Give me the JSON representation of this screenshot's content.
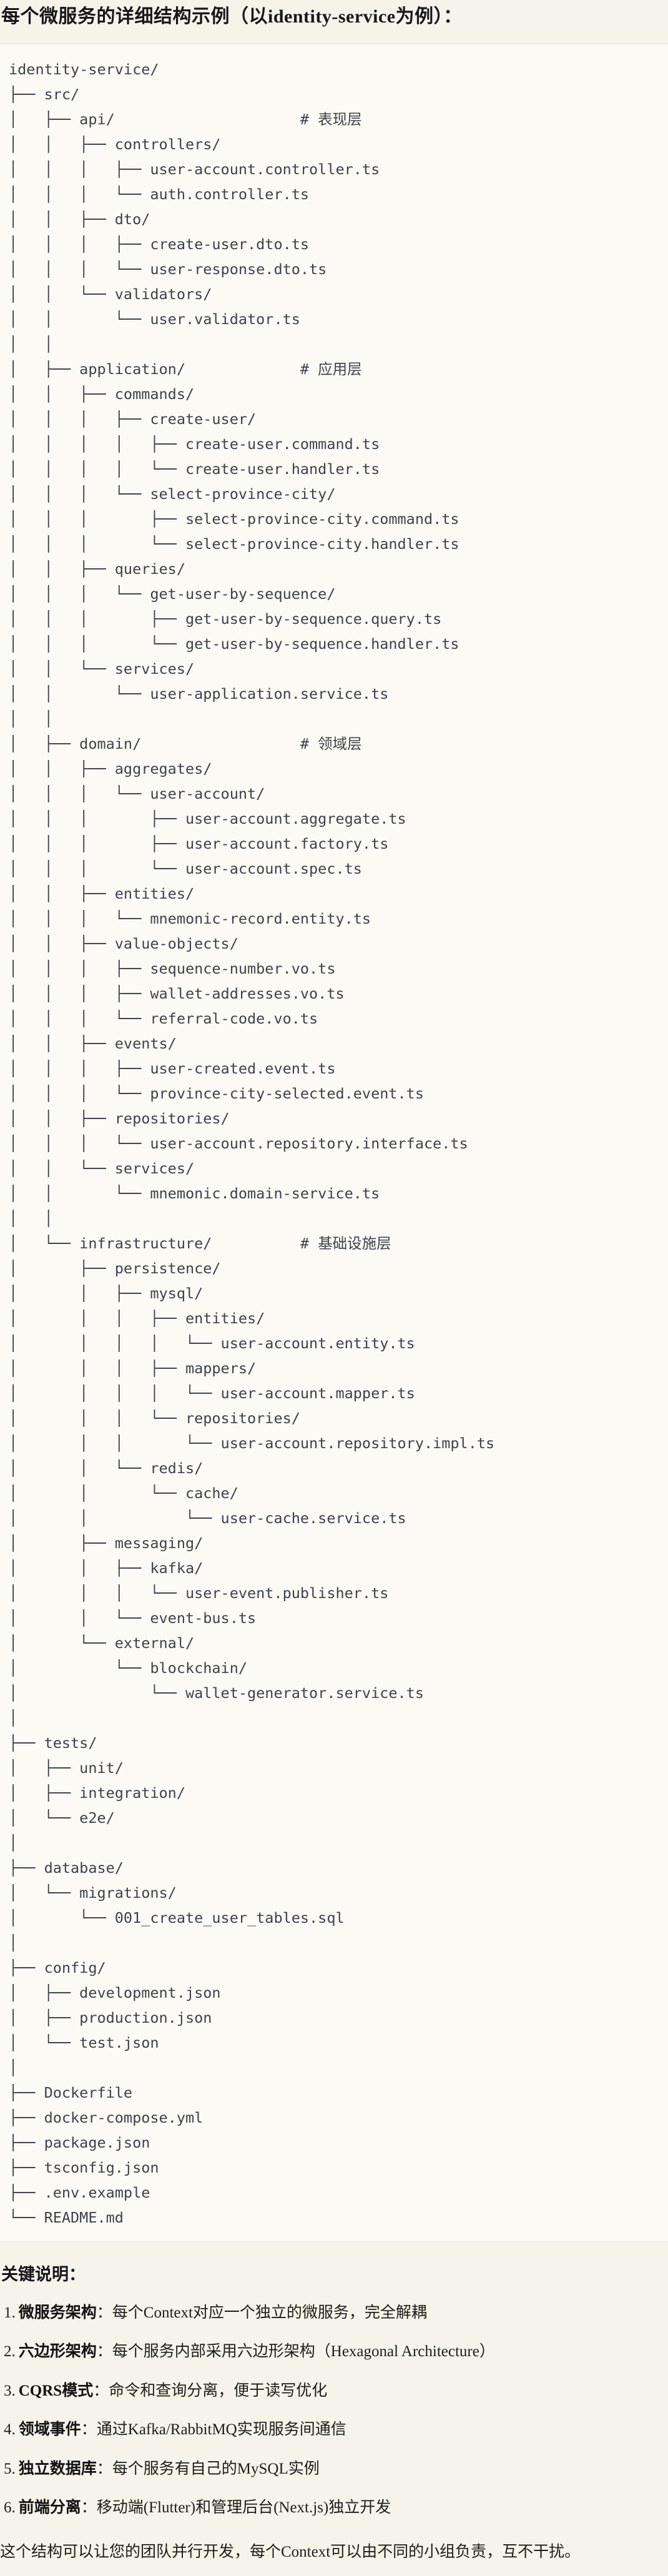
{
  "title": "每个微服务的详细结构示例（以identity-service为例）：",
  "tree_lines": [
    "identity-service/",
    "├── src/",
    "│   ├── api/                     # 表现层",
    "│   │   ├── controllers/",
    "│   │   │   ├── user-account.controller.ts",
    "│   │   │   └── auth.controller.ts",
    "│   │   ├── dto/",
    "│   │   │   ├── create-user.dto.ts",
    "│   │   │   └── user-response.dto.ts",
    "│   │   └── validators/",
    "│   │       └── user.validator.ts",
    "│   │",
    "│   ├── application/             # 应用层",
    "│   │   ├── commands/",
    "│   │   │   ├── create-user/",
    "│   │   │   │   ├── create-user.command.ts",
    "│   │   │   │   └── create-user.handler.ts",
    "│   │   │   └── select-province-city/",
    "│   │   │       ├── select-province-city.command.ts",
    "│   │   │       └── select-province-city.handler.ts",
    "│   │   ├── queries/",
    "│   │   │   └── get-user-by-sequence/",
    "│   │   │       ├── get-user-by-sequence.query.ts",
    "│   │   │       └── get-user-by-sequence.handler.ts",
    "│   │   └── services/",
    "│   │       └── user-application.service.ts",
    "│   │",
    "│   ├── domain/                  # 领域层",
    "│   │   ├── aggregates/",
    "│   │   │   └── user-account/",
    "│   │   │       ├── user-account.aggregate.ts",
    "│   │   │       ├── user-account.factory.ts",
    "│   │   │       └── user-account.spec.ts",
    "│   │   ├── entities/",
    "│   │   │   └── mnemonic-record.entity.ts",
    "│   │   ├── value-objects/",
    "│   │   │   ├── sequence-number.vo.ts",
    "│   │   │   ├── wallet-addresses.vo.ts",
    "│   │   │   └── referral-code.vo.ts",
    "│   │   ├── events/",
    "│   │   │   ├── user-created.event.ts",
    "│   │   │   └── province-city-selected.event.ts",
    "│   │   ├── repositories/",
    "│   │   │   └── user-account.repository.interface.ts",
    "│   │   └── services/",
    "│   │       └── mnemonic.domain-service.ts",
    "│   │",
    "│   └── infrastructure/          # 基础设施层",
    "│       ├── persistence/",
    "│       │   ├── mysql/",
    "│       │   │   ├── entities/",
    "│       │   │   │   └── user-account.entity.ts",
    "│       │   │   ├── mappers/",
    "│       │   │   │   └── user-account.mapper.ts",
    "│       │   │   └── repositories/",
    "│       │   │       └── user-account.repository.impl.ts",
    "│       │   └── redis/",
    "│       │       └── cache/",
    "│       │           └── user-cache.service.ts",
    "│       ├── messaging/",
    "│       │   ├── kafka/",
    "│       │   │   └── user-event.publisher.ts",
    "│       │   └── event-bus.ts",
    "│       └── external/",
    "│           └── blockchain/",
    "│               └── wallet-generator.service.ts",
    "│",
    "├── tests/",
    "│   ├── unit/",
    "│   ├── integration/",
    "│   └── e2e/",
    "│",
    "├── database/",
    "│   └── migrations/",
    "│       └── 001_create_user_tables.sql",
    "│",
    "├── config/",
    "│   ├── development.json",
    "│   ├── production.json",
    "│   └── test.json",
    "│",
    "├── Dockerfile",
    "├── docker-compose.yml",
    "├── package.json",
    "├── tsconfig.json",
    "├── .env.example",
    "└── README.md"
  ],
  "notes": {
    "heading": "关键说明：",
    "items": [
      {
        "num": "1.",
        "term": "微服务架构",
        "desc": "：每个Context对应一个独立的微服务，完全解耦"
      },
      {
        "num": "2.",
        "term": "六边形架构",
        "desc": "：每个服务内部采用六边形架构（Hexagonal Architecture）"
      },
      {
        "num": "3.",
        "term": "CQRS模式",
        "desc": "：命令和查询分离，便于读写优化"
      },
      {
        "num": "4.",
        "term": "领域事件",
        "desc": "：通过Kafka/RabbitMQ实现服务间通信"
      },
      {
        "num": "5.",
        "term": "独立数据库",
        "desc": "：每个服务有自己的MySQL实例"
      },
      {
        "num": "6.",
        "term": "前端分离",
        "desc": "：移动端(Flutter)和管理后台(Next.js)独立开发"
      }
    ],
    "footer": "这个结构可以让您的团队并行开发，每个Context可以由不同的小组负责，互不干扰。"
  },
  "colors": {
    "page_background": "#f5f3ea",
    "code_background": "#fbfaf5",
    "code_border": "#e7e4da",
    "tree_text": "#3e4248",
    "body_text": "#1d1d1b"
  }
}
